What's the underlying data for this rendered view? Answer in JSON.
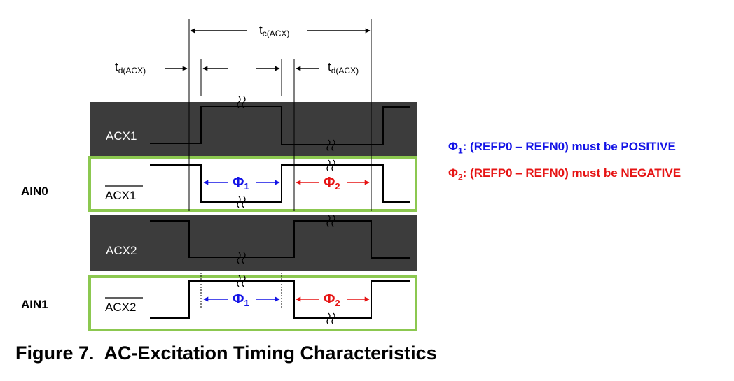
{
  "diagram": {
    "cycle_label": {
      "main": "t",
      "sub": "c(ACX)"
    },
    "delay_label": {
      "main": "t",
      "sub": "d(ACX)"
    },
    "signals": {
      "acx1": "ACX1",
      "acx1_bar": "ACX1",
      "acx2": "ACX2",
      "acx2_bar": "ACX2"
    },
    "channels": {
      "ain0": "AIN0",
      "ain1": "AIN1"
    },
    "phases": {
      "phi": "Φ",
      "p1": "1",
      "p2": "2"
    }
  },
  "legend": [
    {
      "phi": "Φ",
      "sub": "1",
      "text": ": (REFP0 – REFN0) must be POSITIVE",
      "color": "#1414e6"
    },
    {
      "phi": "Φ",
      "sub": "2",
      "text": ": (REFP0 – REFN0) must be NEGATIVE",
      "color": "#e61414"
    }
  ],
  "caption": {
    "number": "Figure 7.",
    "title": "AC-Excitation Timing Characteristics"
  },
  "colors": {
    "band": "#3c3c3c",
    "frame": "#8cc850",
    "blue": "#1414e6",
    "red": "#e61414"
  }
}
